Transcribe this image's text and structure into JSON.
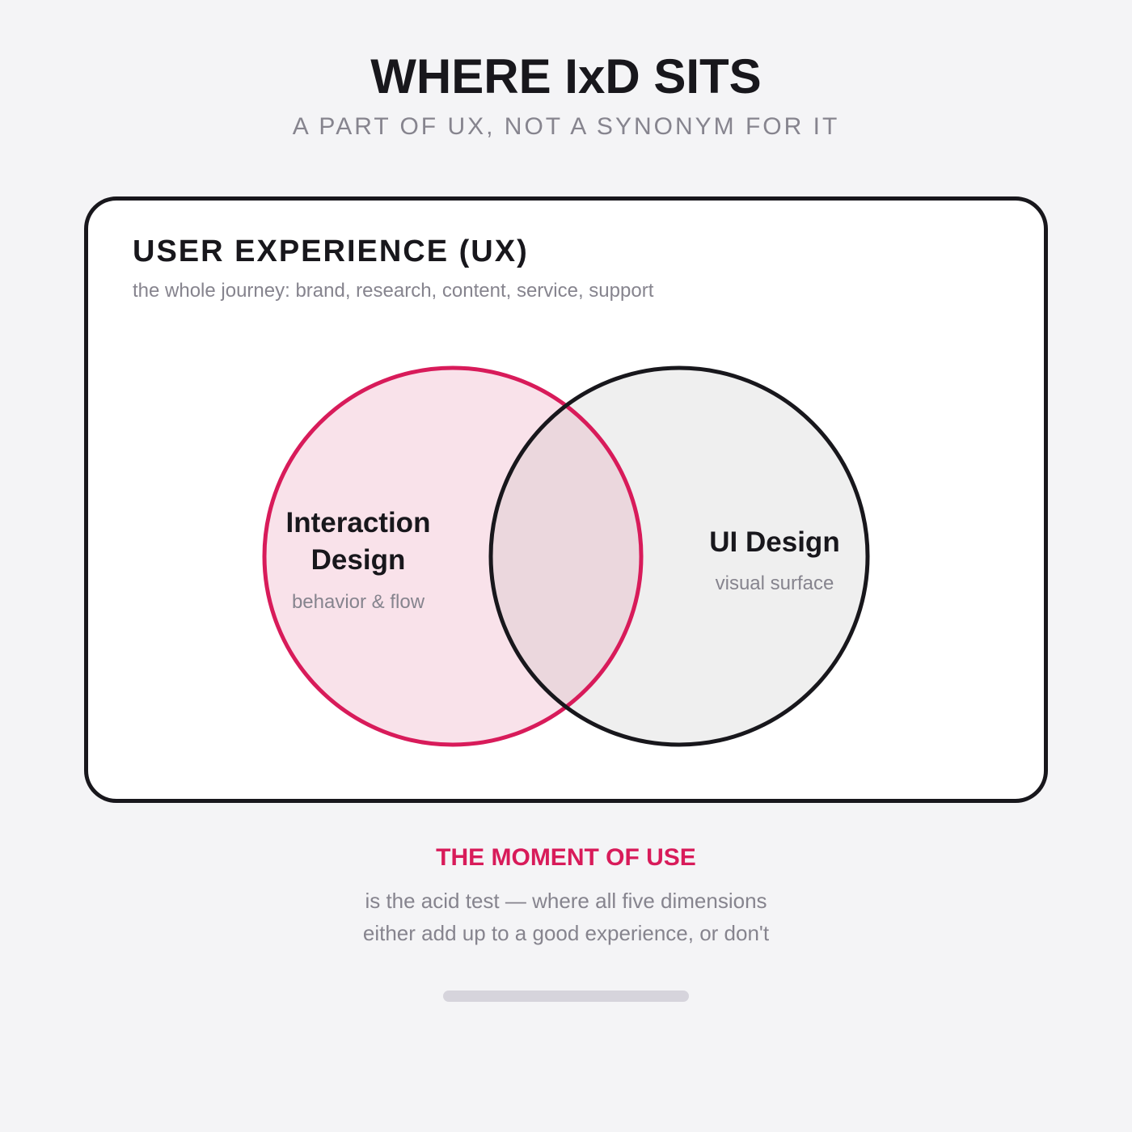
{
  "header": {
    "title": "WHERE IxD SITS",
    "subtitle": "A PART OF UX, NOT A SYNONYM FOR IT"
  },
  "ux_panel": {
    "title": "USER EXPERIENCE (UX)",
    "description": "the whole journey: brand, research, content, service, support"
  },
  "venn": {
    "interaction_design": {
      "label_line1": "Interaction",
      "label_line2": "Design",
      "sublabel": "behavior & flow",
      "stroke_color": "#d81b5a",
      "fill_color": "#f9e2ea"
    },
    "ui_design": {
      "label": "UI Design",
      "sublabel": "visual surface",
      "stroke_color": "#18171c",
      "fill_color": "#efefef"
    },
    "overlap_fill_color": "#ebd7dd"
  },
  "footer": {
    "title": "THE MOMENT OF USE",
    "line1": "is the acid test — where all five dimensions",
    "line2": "either add up to a good experience, or don't"
  },
  "colors": {
    "accent": "#d81b5a",
    "ink": "#18171c",
    "muted": "#86848e",
    "background": "#f4f4f6"
  }
}
